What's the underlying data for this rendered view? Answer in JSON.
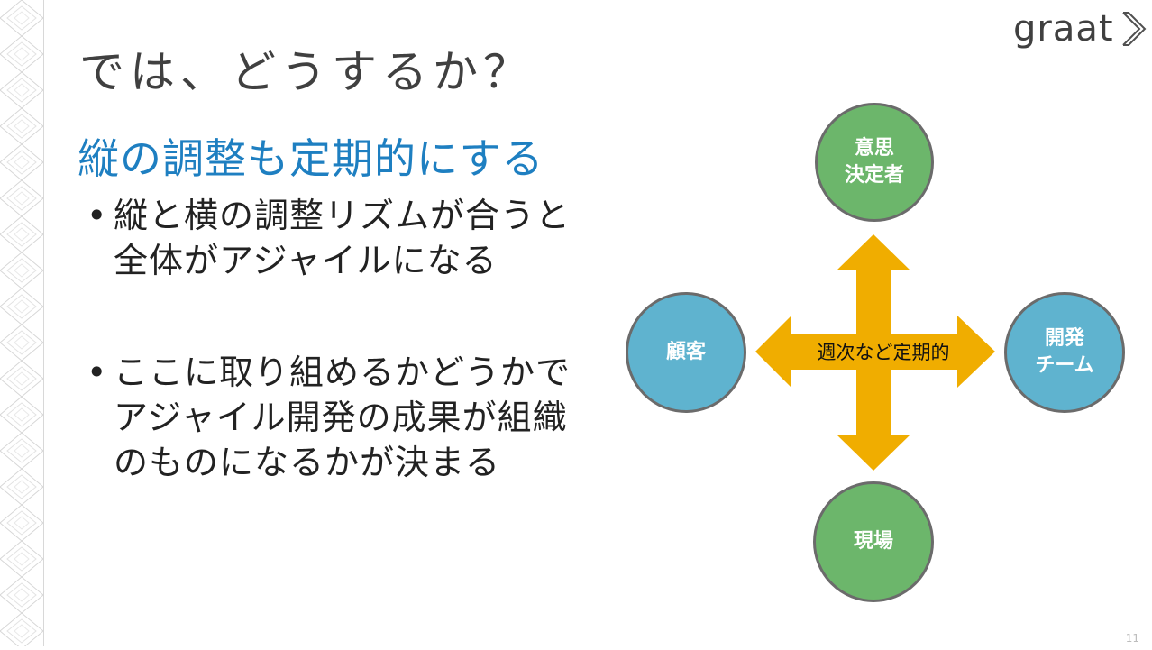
{
  "logo": {
    "text": "graat"
  },
  "title": "では、どうするか？",
  "subtitle": "縦の調整も定期的にする",
  "bullets": [
    {
      "text": "縦と横の調整リズムが合うと\n全体がアジャイルになる"
    },
    {
      "text": "ここに取り組めるかどうかで\nアジャイル開発の成果が組織\nのものになるかが決まる"
    }
  ],
  "diagram": {
    "top": "意思\n決定者",
    "left": "顧客",
    "right": "開発\nチーム",
    "bottom": "現場",
    "center": "週次など定期的",
    "colors": {
      "green": "#6cb66b",
      "blue": "#5fb3cf",
      "arrow": "#f0ad00"
    }
  },
  "page_number": "11"
}
